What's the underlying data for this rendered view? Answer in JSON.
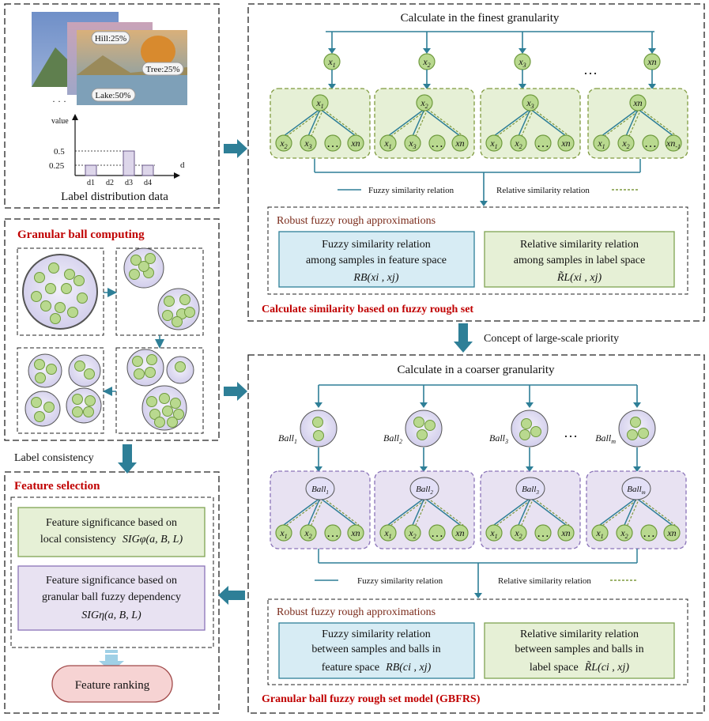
{
  "label_distribution": {
    "photo_labels": [
      "Hill:25%",
      "Tree:25%",
      "Lake:50%"
    ],
    "ellipsis": "· · ·",
    "axis_y": "value",
    "axis_x": "d",
    "ticks_y": [
      "0.5",
      "0.25"
    ],
    "ticks_x": [
      "d1",
      "d2",
      "d3",
      "d4"
    ],
    "caption": "Label distribution data",
    "bar_values": [
      0.25,
      0,
      0.5,
      0.25
    ]
  },
  "finest": {
    "title": "Calculate in the finest granularity",
    "top_nodes": [
      "x1",
      "x2",
      "x3",
      "xn"
    ],
    "dots": "…",
    "groups": [
      {
        "root": "x1",
        "children": [
          "x2",
          "x3",
          "…",
          "xn"
        ]
      },
      {
        "root": "x2",
        "children": [
          "x1",
          "x3",
          "…",
          "xn"
        ]
      },
      {
        "root": "x3",
        "children": [
          "x1",
          "x2",
          "…",
          "xn"
        ]
      },
      {
        "root": "xn",
        "children": [
          "x1",
          "x2",
          "…",
          "xn-1"
        ]
      }
    ],
    "legend_fuzzy": "Fuzzy similarity relation",
    "legend_relative": "Relative similarity relation",
    "robust_title": "Robust  fuzzy rough approximations",
    "box1_lines": [
      "Fuzzy similarity relation",
      "among samples in feature space"
    ],
    "box1_formula": "RB(xi , xj)",
    "box2_lines": [
      "Relative similarity relation",
      "among samples in label space"
    ],
    "box2_formula": "R̃L(xi , xj)",
    "section_label": "Calculate similarity based on fuzzy rough set"
  },
  "concept": "Concept of large-scale priority",
  "granular": {
    "title": "Granular ball computing"
  },
  "label_consistency": "Label consistency",
  "coarser": {
    "title": "Calculate in a coarser granularity",
    "balls": [
      "Ball1",
      "Ball2",
      "Ball3",
      "Ballm"
    ],
    "dots": "…",
    "groups": [
      {
        "root": "Ball1",
        "children": [
          "x1",
          "x2",
          "…",
          "xn"
        ]
      },
      {
        "root": "Ball2",
        "children": [
          "x1",
          "x2",
          "…",
          "xn"
        ]
      },
      {
        "root": "Ball3",
        "children": [
          "x1",
          "x2",
          "…",
          "xn"
        ]
      },
      {
        "root": "Ballm",
        "children": [
          "x1",
          "x2",
          "…",
          "xn"
        ]
      }
    ],
    "legend_fuzzy": "Fuzzy similarity relation",
    "legend_relative": "Relative similarity relation",
    "robust_title": "Robust  fuzzy rough approximations",
    "box1_lines": [
      "Fuzzy similarity relation",
      "between samples and balls in",
      "feature space"
    ],
    "box1_formula": "RB(ci , xj)",
    "box2_lines": [
      "Relative similarity relation",
      "between samples and balls in",
      "label space"
    ],
    "box2_formula": "R̃L(ci , xj)",
    "section_label": "Granular ball fuzzy rough set model (GBFRS)"
  },
  "feature_selection": {
    "title": "Feature selection",
    "box1_lines": [
      "Feature significance based on",
      "local consistency"
    ],
    "box1_formula": "SIGφ(a, B, L)",
    "box2_lines": [
      "Feature significance based on",
      "granular ball fuzzy dependency"
    ],
    "box2_formula": "SIGη(a, B, L)",
    "ranking": "Feature ranking"
  },
  "colors": {
    "teal": "#2e7f97",
    "node_fill": "#b9d98f",
    "node_stroke": "#6f9a3e",
    "green_panel": "#e6f0d6",
    "purple_panel": "#e8e2f2",
    "ball_fill": "#e3e0f7",
    "blue_box": "#d7ecf4",
    "red_title": "#c00000"
  }
}
